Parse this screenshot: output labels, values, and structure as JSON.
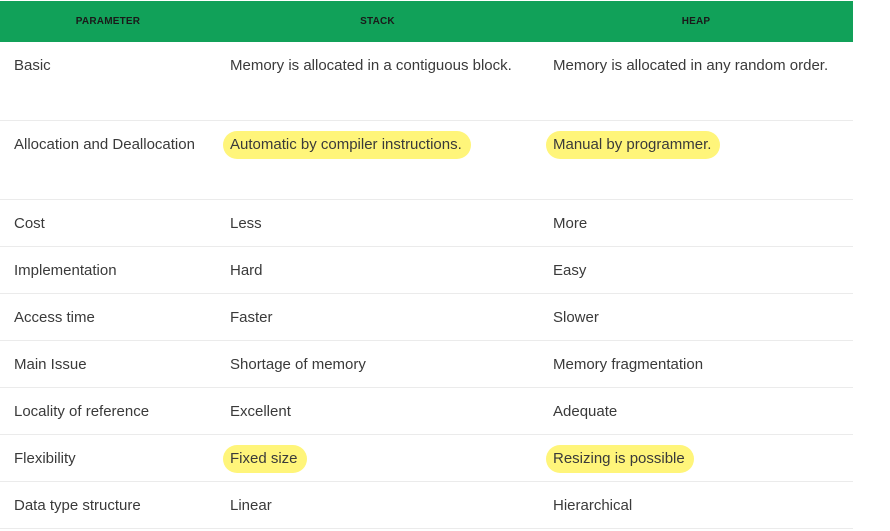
{
  "headers": [
    "PARAMETER",
    "STACK",
    "HEAP"
  ],
  "rows": [
    {
      "param": "Basic",
      "stack": "Memory is allocated in a contiguous block.",
      "heap": "Memory is allocated in any random order.",
      "stack_hl": false,
      "heap_hl": false
    },
    {
      "param": "Allocation and Deallocation",
      "stack": "Automatic by compiler instructions.",
      "heap": "Manual by programmer.",
      "stack_hl": true,
      "heap_hl": true
    },
    {
      "param": "Cost",
      "stack": "Less",
      "heap": "More",
      "stack_hl": false,
      "heap_hl": false
    },
    {
      "param": "Implementation",
      "stack": "Hard",
      "heap": "Easy",
      "stack_hl": false,
      "heap_hl": false
    },
    {
      "param": "Access time",
      "stack": "Faster",
      "heap": "Slower",
      "stack_hl": false,
      "heap_hl": false
    },
    {
      "param": "Main Issue",
      "stack": "Shortage of memory",
      "heap": "Memory fragmentation",
      "stack_hl": false,
      "heap_hl": false
    },
    {
      "param": "Locality of reference",
      "stack": "Excellent",
      "heap": "Adequate",
      "stack_hl": false,
      "heap_hl": false
    },
    {
      "param": "Flexibility",
      "stack": "Fixed size",
      "heap": "Resizing is possible",
      "stack_hl": true,
      "heap_hl": true
    },
    {
      "param": "Data type structure",
      "stack": "Linear",
      "heap": "Hierarchical",
      "stack_hl": false,
      "heap_hl": false
    }
  ],
  "colors": {
    "header_bg": "#11a159",
    "highlight": "#fff57a",
    "row_divider": "#ebebeb"
  }
}
